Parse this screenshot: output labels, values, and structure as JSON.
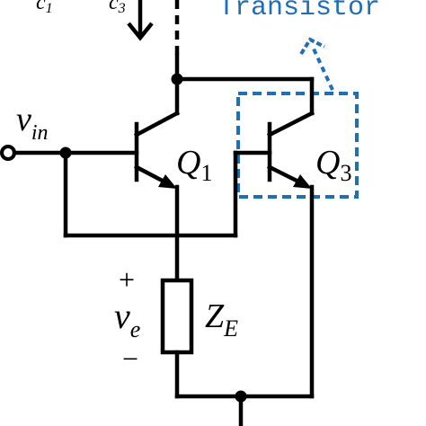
{
  "top_labels": {
    "left": "c",
    "left_sub": "1",
    "right": "c",
    "right_sub": "3"
  },
  "annotation": {
    "text": "Transistor",
    "color": "#1f6fb8"
  },
  "input": {
    "symbol": "v",
    "sub": "in"
  },
  "q1": {
    "symbol": "Q",
    "sub": "1"
  },
  "q3": {
    "symbol": "Q",
    "sub": "3"
  },
  "impedance": {
    "symbol": "Z",
    "sub": "E"
  },
  "voltage": {
    "plus": "+",
    "symbol": "v",
    "sub": "e",
    "minus": "−"
  }
}
